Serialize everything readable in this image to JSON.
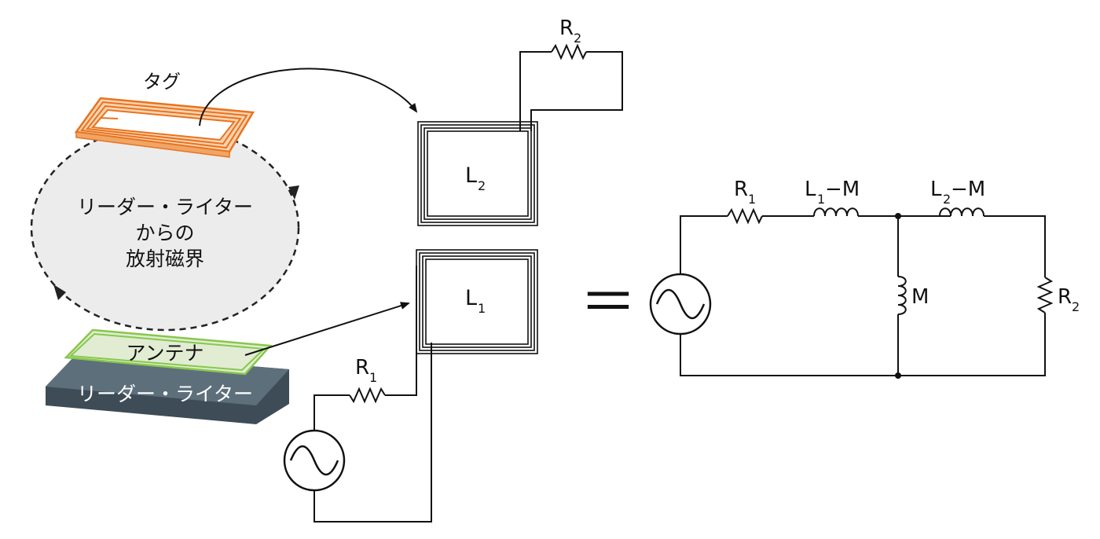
{
  "left": {
    "tag_label": "タグ",
    "field_lines": [
      "リーダー・ライター",
      "からの",
      "放射磁界"
    ],
    "antenna_label": "アンテナ",
    "reader_label": "リーダー・ライター",
    "colors": {
      "tag": "#e8731e",
      "tag_fill": "#f7b27a",
      "antenna": "#86c84a",
      "antenna_fill": "#e1ecd3",
      "reader_top": "#5e6f7c",
      "reader_side": "#3e4c57",
      "field_fill": "#ececec"
    }
  },
  "middle": {
    "coil_top_label": {
      "base": "L",
      "sub": "2"
    },
    "coil_bottom_label": {
      "base": "L",
      "sub": "1"
    },
    "r2_label": {
      "base": "R",
      "sub": "2"
    },
    "r1_label": {
      "base": "R",
      "sub": "1"
    }
  },
  "equals": "＝",
  "equivalent": {
    "r1": {
      "base": "R",
      "sub": "1"
    },
    "l1m": {
      "base": "L",
      "sub": "1",
      "rest": "−M"
    },
    "l2m": {
      "base": "L",
      "sub": "2",
      "rest": "−M"
    },
    "m": "M",
    "r2": {
      "base": "R",
      "sub": "2"
    }
  }
}
